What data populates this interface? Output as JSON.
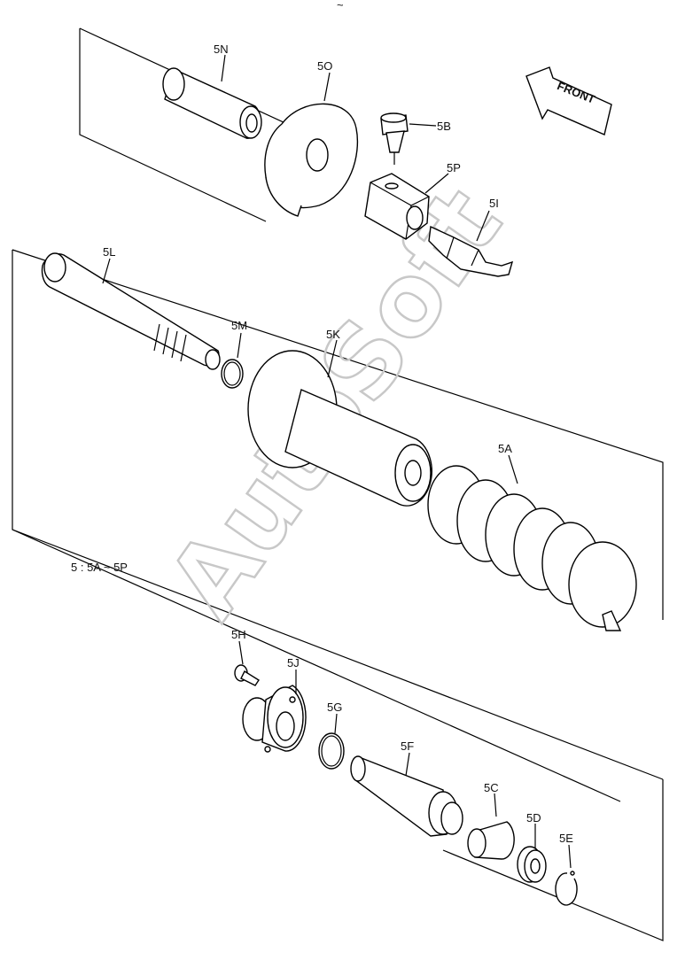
{
  "header_mark": "~",
  "watermark": "AutoSoft",
  "front_arrow": {
    "label": "FRONT",
    "icon": "front-direction-arrow"
  },
  "assembly_note": "5 : 5A ~ 5P",
  "parts": [
    {
      "id": "5N",
      "label": "5N"
    },
    {
      "id": "5O",
      "label": "5O"
    },
    {
      "id": "5B",
      "label": "5B"
    },
    {
      "id": "5P",
      "label": "5P"
    },
    {
      "id": "5I",
      "label": "5I"
    },
    {
      "id": "5L",
      "label": "5L"
    },
    {
      "id": "5M",
      "label": "5M"
    },
    {
      "id": "5K",
      "label": "5K"
    },
    {
      "id": "5A",
      "label": "5A"
    },
    {
      "id": "5H",
      "label": "5H"
    },
    {
      "id": "5J",
      "label": "5J"
    },
    {
      "id": "5G",
      "label": "5G"
    },
    {
      "id": "5F",
      "label": "5F"
    },
    {
      "id": "5C",
      "label": "5C"
    },
    {
      "id": "5D",
      "label": "5D"
    },
    {
      "id": "5E",
      "label": "5E"
    }
  ]
}
